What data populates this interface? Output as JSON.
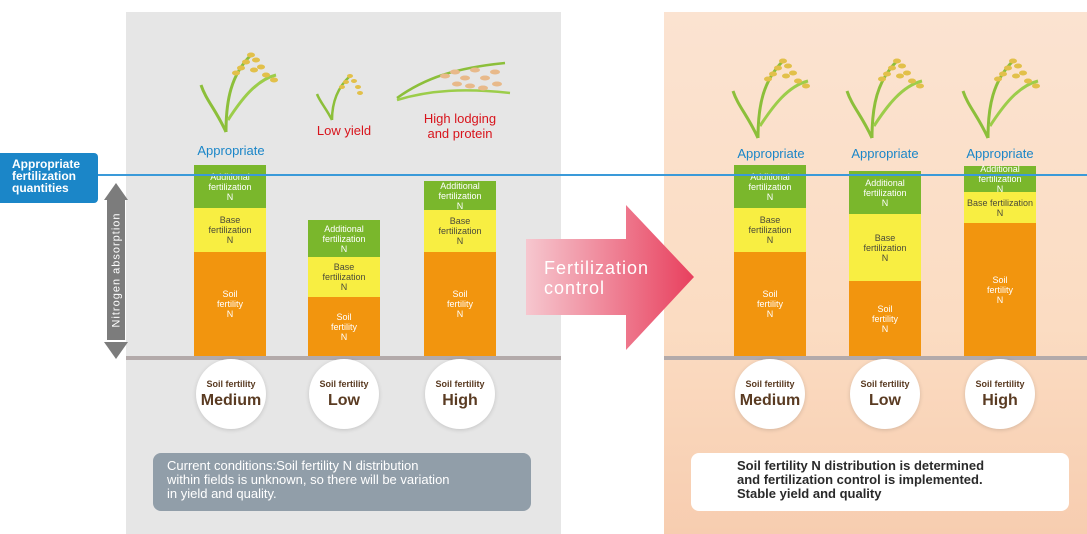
{
  "legend": {
    "line1": "Appropriate",
    "line2": "fertilization",
    "line3": "quantities"
  },
  "axis_label": "Nitrogen absorption",
  "arrow_label": {
    "line1": "Fertilization",
    "line2": "control"
  },
  "colors": {
    "soil": "#f2950e",
    "base": "#f8ee42",
    "additional": "#7ab72c",
    "highlight_line": "#3a9ad9",
    "positive": "#1b86c8",
    "negative": "#d8141c"
  },
  "segments": {
    "soil": "Soil fertility N",
    "base": "Base fertilization N",
    "additional": "Additional fertilization N"
  },
  "soil_circle_label": "Soil fertility",
  "left": {
    "columns": [
      {
        "result": "Appropriate",
        "level": "Medium",
        "soil": 1.0,
        "base": 0.42,
        "additional": 0.41
      },
      {
        "result": "Low yield",
        "level": "Low",
        "soil": 0.57,
        "base": 0.38,
        "additional": 0.36
      },
      {
        "result": "High lodging and protein",
        "result_line1": "High lodging",
        "result_line2": "and protein",
        "level": "High",
        "soil": 1.0,
        "base": 0.4,
        "additional": 0.28
      }
    ],
    "note": {
      "line1": "Current conditions:Soil fertility N distribution",
      "line2": "within fields is unknown, so there will be variation",
      "line3": "in yield and quality."
    }
  },
  "right": {
    "columns": [
      {
        "result": "Appropriate",
        "level": "Medium",
        "soil": 1.0,
        "base": 0.42,
        "additional": 0.41
      },
      {
        "result": "Appropriate",
        "level": "Low",
        "soil": 0.72,
        "base": 0.64,
        "additional": 0.41
      },
      {
        "result": "Appropriate",
        "level": "High",
        "soil": 1.28,
        "base": 0.3,
        "additional": 0.25
      }
    ],
    "note": {
      "line1": "Soil fertility N distribution is determined",
      "line2": "and fertilization control is implemented.",
      "line3": "Stable yield and quality"
    }
  }
}
